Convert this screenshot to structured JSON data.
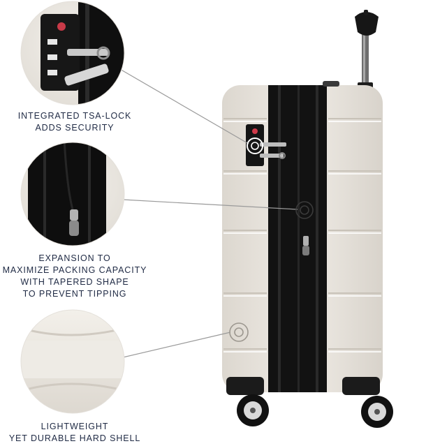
{
  "features": [
    {
      "lines": [
        "INTEGRATED TSA-LOCK",
        "ADDS SECURITY"
      ]
    },
    {
      "lines": [
        "EXPANSION TO",
        "MAXIMIZE PACKING CAPACITY",
        "WITH TAPERED SHAPE",
        "TO PREVENT TIPPING"
      ]
    },
    {
      "lines": [
        "LIGHTWEIGHT",
        "YET DURABLE HARD SHELL"
      ]
    }
  ],
  "colors": {
    "caption_text": "#1f2a44",
    "shell": "#ece8e1",
    "zipper_gusset": "#111111",
    "callout_line": "#9a9a9a"
  },
  "icons": [
    "tsa-lock-icon",
    "zipper-pull-icon",
    "target-marker-icon",
    "spinner-wheel-icon",
    "telescoping-handle-icon"
  ]
}
